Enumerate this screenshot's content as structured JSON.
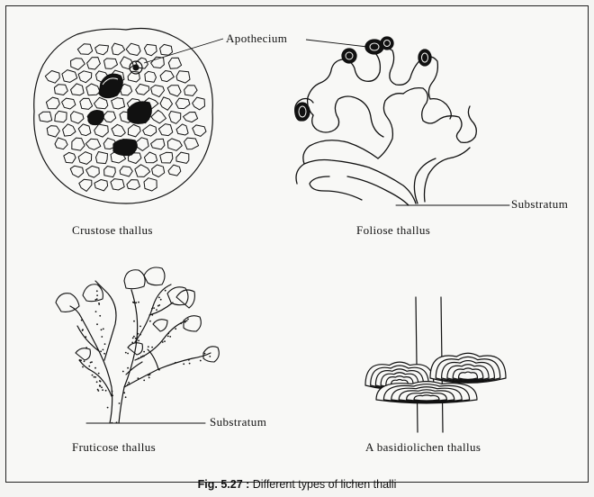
{
  "labels": {
    "apothecium": "Apothecium",
    "substratum_foliose": "Substratum",
    "substratum_fruticose": "Substratum",
    "crustose": "Crustose thallus",
    "foliose": "Foliose thallus",
    "fruticose": "Fruticose thallus",
    "basidiolichen": "A basidiolichen thallus"
  },
  "caption": {
    "number": "Fig. 5.27 :",
    "text": "Different types of lichen thalli"
  }
}
